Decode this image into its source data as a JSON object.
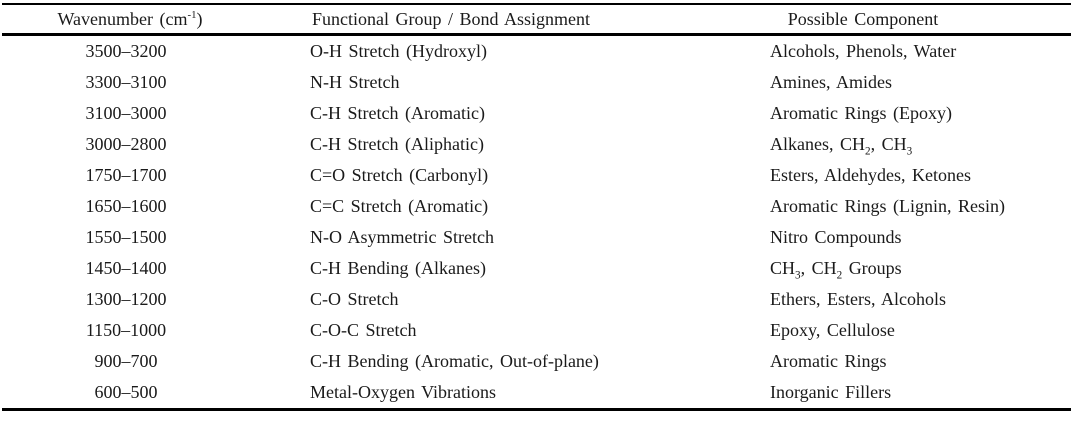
{
  "table": {
    "columns": [
      {
        "label": "Wavenumber (cm^-1^)"
      },
      {
        "label": "Functional Group / Bond Assignment"
      },
      {
        "label": "Possible Component"
      }
    ],
    "rows": [
      {
        "wavenumber": "3500–3200",
        "assignment": "O-H Stretch (Hydroxyl)",
        "component": "Alcohols, Phenols, Water"
      },
      {
        "wavenumber": "3300–3100",
        "assignment": "N-H Stretch",
        "component": "Amines, Amides"
      },
      {
        "wavenumber": "3100–3000",
        "assignment": "C-H Stretch (Aromatic)",
        "component": "Aromatic Rings (Epoxy)"
      },
      {
        "wavenumber": "3000–2800",
        "assignment": "C-H Stretch (Aliphatic)",
        "component": "Alkanes, CH~2~, CH~3~"
      },
      {
        "wavenumber": "1750–1700",
        "assignment": "C=O Stretch (Carbonyl)",
        "component": "Esters, Aldehydes, Ketones"
      },
      {
        "wavenumber": "1650–1600",
        "assignment": "C=C Stretch (Aromatic)",
        "component": "Aromatic Rings (Lignin, Resin)"
      },
      {
        "wavenumber": "1550–1500",
        "assignment": "N-O Asymmetric Stretch",
        "component": "Nitro Compounds"
      },
      {
        "wavenumber": "1450–1400",
        "assignment": "C-H Bending (Alkanes)",
        "component": "CH~3~, CH~2~ Groups"
      },
      {
        "wavenumber": "1300–1200",
        "assignment": "C-O Stretch",
        "component": "Ethers, Esters, Alcohols"
      },
      {
        "wavenumber": "1150–1000",
        "assignment": "C-O-C Stretch",
        "component": "Epoxy, Cellulose"
      },
      {
        "wavenumber": "900–700",
        "assignment": "C-H Bending (Aromatic, Out-of-plane)",
        "component": "Aromatic Rings"
      },
      {
        "wavenumber": "600–500",
        "assignment": "Metal-Oxygen Vibrations",
        "component": "Inorganic Fillers"
      }
    ]
  }
}
